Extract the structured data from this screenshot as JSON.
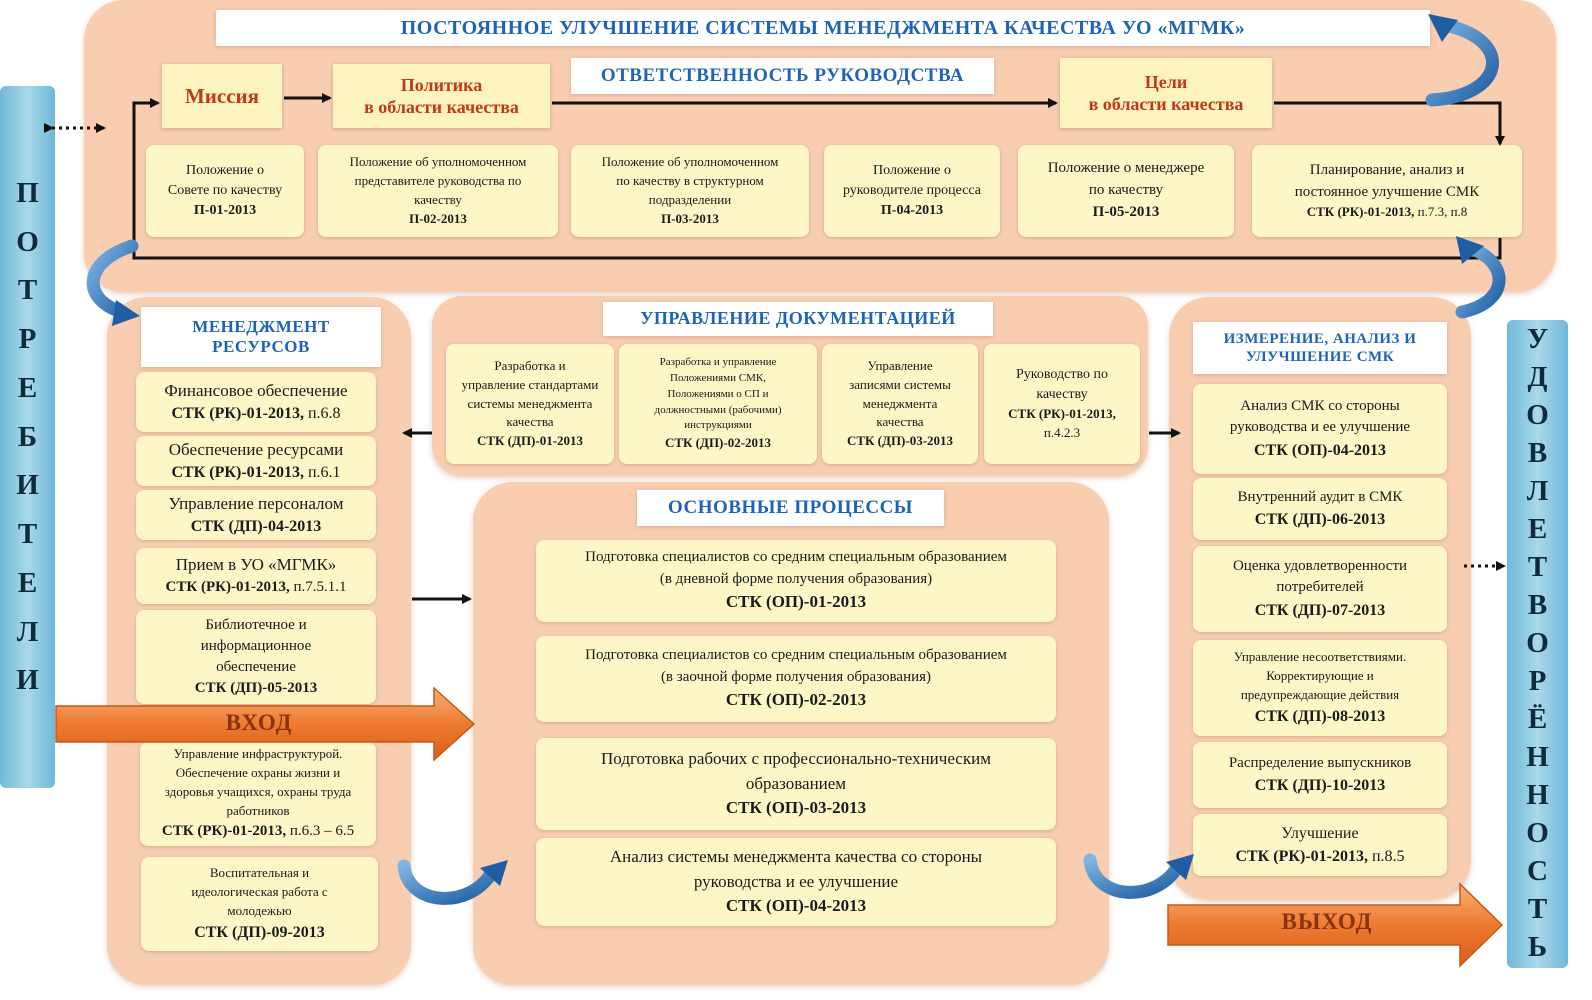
{
  "title": "ПОСТОЯННОЕ УЛУЧШЕНИЕ СИСТЕМЫ МЕНЕДЖМЕНТА КАЧЕСТВА УО «МГМК»",
  "left_bar": [
    "П",
    "О",
    "Т",
    "Р",
    "Е",
    "Б",
    "И",
    "Т",
    "Е",
    "Л",
    "И"
  ],
  "right_bar": [
    "У",
    "Д",
    "О",
    "В",
    "Л",
    "Е",
    "Т",
    "В",
    "О",
    "Р",
    "Ё",
    "Н",
    "Н",
    "О",
    "С",
    "Т",
    "Ь"
  ],
  "top": {
    "mission": "Миссия",
    "policy": "Политика\nв области качества",
    "responsibility": "ОТВЕТСТВЕННОСТЬ РУКОВОДСТВА",
    "goals": "Цели\nв области качества",
    "cards": [
      {
        "text": "Положение о\nСовете по качеству",
        "code": "П-01-2013",
        "note": ""
      },
      {
        "text": "Положение об уполномоченном\nпредставителе руководства по\nкачеству",
        "code": "П-02-2013",
        "note": ""
      },
      {
        "text": "Положение об уполномоченном\nпо качеству в структурном\nподразделении",
        "code": "П-03-2013",
        "note": ""
      },
      {
        "text": "Положение о\nруководителе процесса",
        "code": "П-04-2013",
        "note": ""
      },
      {
        "text": "Положение о менеджере\nпо качеству",
        "code": "П-05-2013",
        "note": ""
      },
      {
        "text": "Планирование, анализ и\nпостоянное улучшение СМК",
        "code": "СТК (РК)-01-2013,",
        "note": " п.7.3, п.8"
      }
    ]
  },
  "resources": {
    "title": "МЕНЕДЖМЕНТ\nРЕСУРСОВ",
    "cards": [
      {
        "text": "Финансовое обеспечение",
        "code": "СТК (РК)-01-2013,",
        "note": " п.6.8"
      },
      {
        "text": "Обеспечение ресурсами",
        "code": "СТК (РК)-01-2013,",
        "note": " п.6.1"
      },
      {
        "text": "Управление персоналом",
        "code": "СТК (ДП)-04-2013",
        "note": ""
      },
      {
        "text": "Прием в УО «МГМК»",
        "code": "СТК (РК)-01-2013,",
        "note": " п.7.5.1.1"
      },
      {
        "text": "Библиотечное и\nинформационное\nобеспечение",
        "code": "СТК (ДП)-05-2013",
        "note": ""
      },
      {
        "text": "Управление инфраструктурой.\nОбеспечение охраны жизни и\nздоровья учащихся, охраны труда\nработников",
        "code": "СТК (РК)-01-2013,",
        "note": " п.6.3 – 6.5"
      },
      {
        "text": "Воспитательная и\nидеологическая работа с\nмолодежью",
        "code": "СТК (ДП)-09-2013",
        "note": ""
      }
    ]
  },
  "documentation": {
    "title": "УПРАВЛЕНИЕ ДОКУМЕНТАЦИЕЙ",
    "cards": [
      {
        "text": "Разработка и\nуправление стандартами\nсистемы менеджмента\nкачества",
        "code": "СТК (ДП)-01-2013",
        "note": ""
      },
      {
        "text": "Разработка и управление\nПоложениями СМК,\nПоложениями о СП и\nдолжностными (рабочими)\nинструкциями",
        "code": "СТК (ДП)-02-2013",
        "note": ""
      },
      {
        "text": "Управление\nзаписями системы\nменеджмента\nкачества",
        "code": "СТК (ДП)-03-2013",
        "note": ""
      },
      {
        "text": "Руководство по\nкачеству",
        "code": "СТК (РК)-01-2013,",
        "note": "\nп.4.2.3"
      }
    ]
  },
  "processes": {
    "title": "ОСНОВНЫЕ ПРОЦЕССЫ",
    "cards": [
      {
        "text": "Подготовка специалистов со средним специальным образованием\n(в дневной форме получения образования)",
        "code": "СТК (ОП)-01-2013",
        "note": ""
      },
      {
        "text": "Подготовка специалистов со средним специальным образованием\n(в заочной форме получения образования)",
        "code": "СТК (ОП)-02-2013",
        "note": ""
      },
      {
        "text": "Подготовка рабочих с профессионально-техническим\nобразованием",
        "code": "СТК (ОП)-03-2013",
        "note": ""
      },
      {
        "text": "Анализ системы менеджмента качества со стороны\nруководства и ее улучшение",
        "code": "СТК (ОП)-04-2013",
        "note": ""
      }
    ]
  },
  "measurement": {
    "title": "ИЗМЕРЕНИЕ, АНАЛИЗ И\nУЛУЧШЕНИЕ СМК",
    "cards": [
      {
        "text": "Анализ СМК со стороны\nруководства и ее улучшение",
        "code": "СТК (ОП)-04-2013",
        "note": ""
      },
      {
        "text": "Внутренний аудит в СМК",
        "code": "СТК (ДП)-06-2013",
        "note": ""
      },
      {
        "text": "Оценка удовлетворенности\nпотребителей",
        "code": "СТК (ДП)-07-2013",
        "note": ""
      },
      {
        "text": "Управление несоответствиями.\nКорректирующие и\nпредупреждающие действия",
        "code": "СТК (ДП)-08-2013",
        "note": ""
      },
      {
        "text": "Распределение выпускников",
        "code": "СТК (ДП)-10-2013",
        "note": ""
      },
      {
        "text": "Улучшение",
        "code": "СТК (РК)-01-2013,",
        "note": " п.8.5"
      }
    ]
  },
  "input_label": "ВХОД",
  "output_label": "ВЫХОД",
  "colors": {
    "panel": "#f8cdb0",
    "card": "#fdf6c6",
    "header_text": "#1e63b8",
    "goal_text": "#c0391b",
    "side_bar": "#8fcbe3",
    "io_arrow": "#f07a30",
    "curved_arrow": "#2e6fb0"
  }
}
